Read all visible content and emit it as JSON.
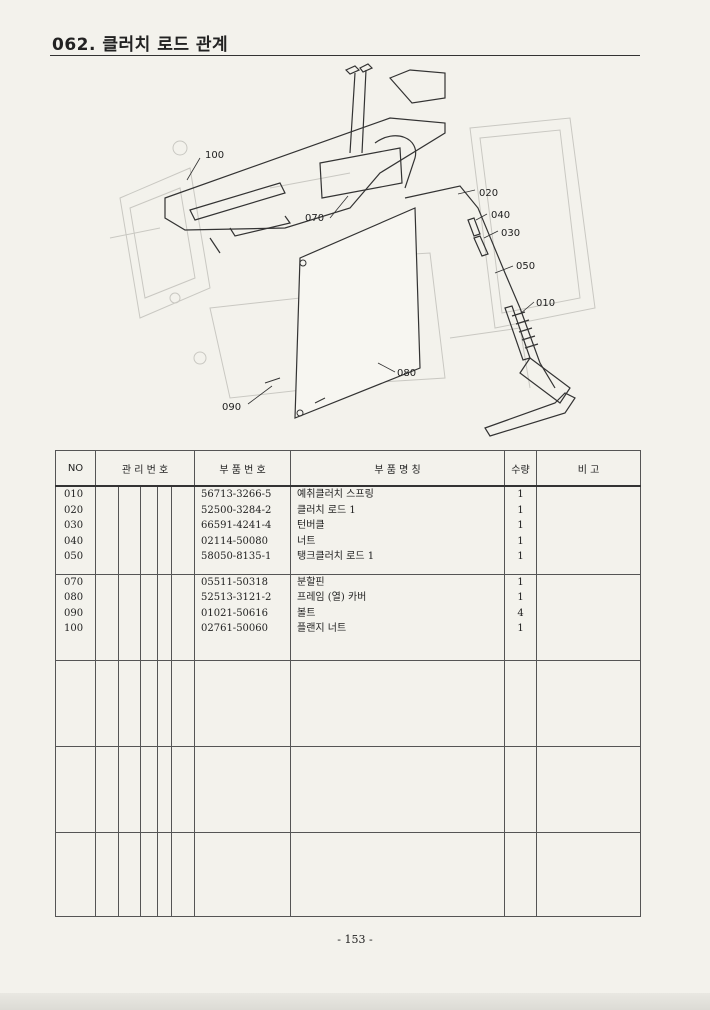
{
  "page": {
    "title": "062. 클러치 로드 관계",
    "page_number": "- 153 -"
  },
  "diagram": {
    "callouts": [
      "100",
      "070",
      "020",
      "040",
      "030",
      "050",
      "010",
      "080",
      "090"
    ]
  },
  "table": {
    "headers": {
      "no": "NO",
      "mgmt_no": "관 리 번 호",
      "part_no": "부 품 번 호",
      "part_name": "부 품 명 칭",
      "qty": "수량",
      "remark": "비 고"
    },
    "groups": [
      {
        "rows": [
          {
            "no": "010",
            "part_no": "56713-3266-5",
            "name": "예취클러치 스프링",
            "qty": "1"
          },
          {
            "no": "020",
            "part_no": "52500-3284-2",
            "name": "클러치 로드 1",
            "qty": "1"
          },
          {
            "no": "030",
            "part_no": "66591-4241-4",
            "name": "턴버클",
            "qty": "1"
          },
          {
            "no": "040",
            "part_no": "02114-50080",
            "name": "너트",
            "qty": "1"
          },
          {
            "no": "050",
            "part_no": "58050-8135-1",
            "name": "탱크클러치 로드 1",
            "qty": "1"
          }
        ]
      },
      {
        "rows": [
          {
            "no": "070",
            "part_no": "05511-50318",
            "name": "분할핀",
            "qty": "1"
          },
          {
            "no": "080",
            "part_no": "52513-3121-2",
            "name": "프레임 (열) 카버",
            "qty": "1"
          },
          {
            "no": "090",
            "part_no": "01021-50616",
            "name": "볼트",
            "qty": "4"
          },
          {
            "no": "100",
            "part_no": "02761-50060",
            "name": "플랜지 너트",
            "qty": "1"
          }
        ]
      },
      {
        "rows": []
      },
      {
        "rows": []
      },
      {
        "rows": []
      }
    ]
  }
}
